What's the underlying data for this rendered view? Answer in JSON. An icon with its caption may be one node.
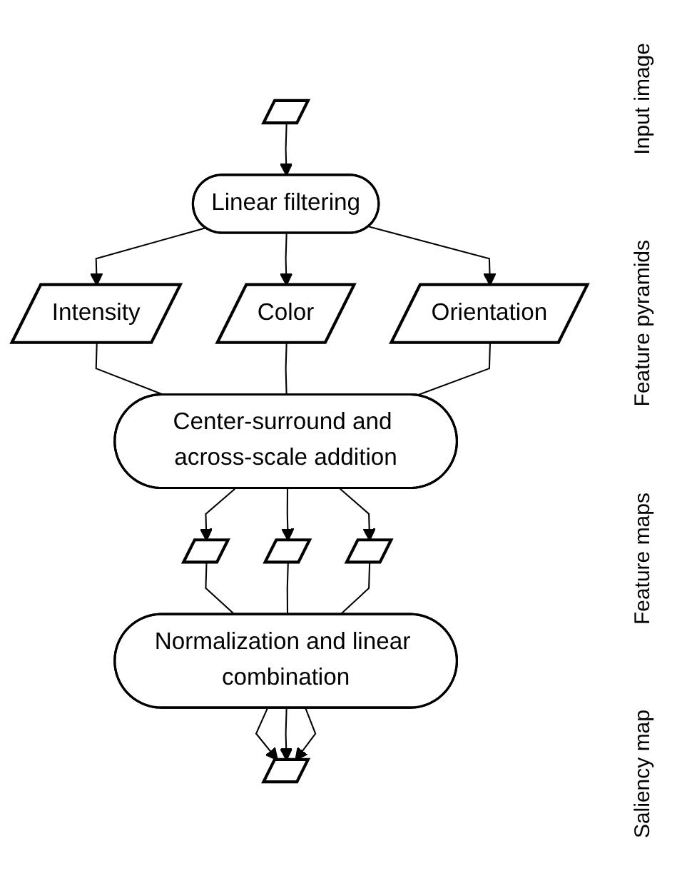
{
  "diagram": {
    "nodes": [
      {
        "text": [],
        "shape": "parallelogram"
      },
      {
        "text": [
          "Linear filtering"
        ]
      },
      {
        "text": [
          "Intensity"
        ]
      },
      {
        "text": [
          "Color"
        ]
      },
      {
        "text": [
          "Orientation"
        ]
      },
      {
        "text": [
          "Center-surround and across-scale addition"
        ]
      },
      {
        "text": [],
        "shape": "parallelogram"
      },
      {
        "text": [],
        "shape": "parallelogram"
      },
      {
        "text": [],
        "shape": "parallelogram"
      },
      {
        "text": [
          "Normalization and linear combination"
        ]
      },
      {
        "text": [],
        "shape": "parallelogram"
      }
    ],
    "edges": [
      {
        "from": 0,
        "to": 1,
        "arrow": "to"
      },
      {
        "from": 1,
        "to": 2,
        "arrow": "to"
      },
      {
        "from": 1,
        "to": 3,
        "arrow": "to"
      },
      {
        "from": 1,
        "to": 4,
        "arrow": "to"
      },
      {
        "from": 2,
        "to": 5,
        "arrow": "none"
      },
      {
        "from": 3,
        "to": 5,
        "arrow": "none"
      },
      {
        "from": 4,
        "to": 5,
        "arrow": "none"
      },
      {
        "from": 5,
        "to": 6,
        "arrow": "to"
      },
      {
        "from": 5,
        "to": 7,
        "arrow": "to"
      },
      {
        "from": 5,
        "to": 8,
        "arrow": "to"
      },
      {
        "from": 6,
        "to": 9,
        "arrow": "none"
      },
      {
        "from": 7,
        "to": 9,
        "arrow": "none"
      },
      {
        "from": 8,
        "to": 9,
        "arrow": "none"
      },
      {
        "from": 9,
        "to": 10,
        "arrow": "to"
      },
      {
        "from": 9,
        "to": 10,
        "arrow": "to"
      },
      {
        "from": 9,
        "to": 10,
        "arrow": "to"
      }
    ],
    "labels": [
      "Input image",
      "Feature pyramids",
      "Feature maps",
      "Saliency map"
    ]
  }
}
